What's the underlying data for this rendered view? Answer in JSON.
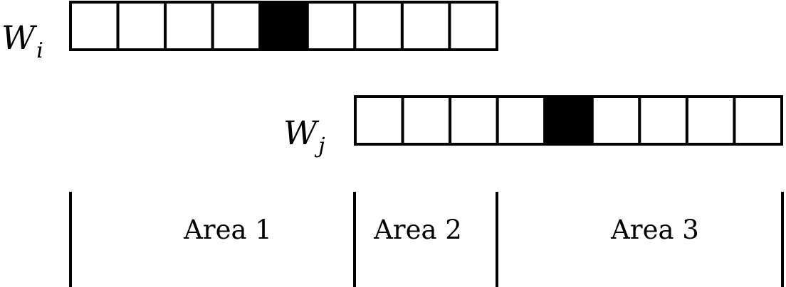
{
  "rows": [
    {
      "id": "wi",
      "label": "W",
      "subscript": "i",
      "cell_count": 9,
      "filled_cell_index": 4
    },
    {
      "id": "wj",
      "label": "W",
      "subscript": "j",
      "cell_count": 9,
      "filled_cell_index": 4
    }
  ],
  "areas": [
    {
      "label": "Area 1"
    },
    {
      "label": "Area 2"
    },
    {
      "label": "Area 3"
    }
  ],
  "colors": {
    "line": "#000000",
    "cell_fill": "#ffffff",
    "filled_cell": "#000000"
  }
}
